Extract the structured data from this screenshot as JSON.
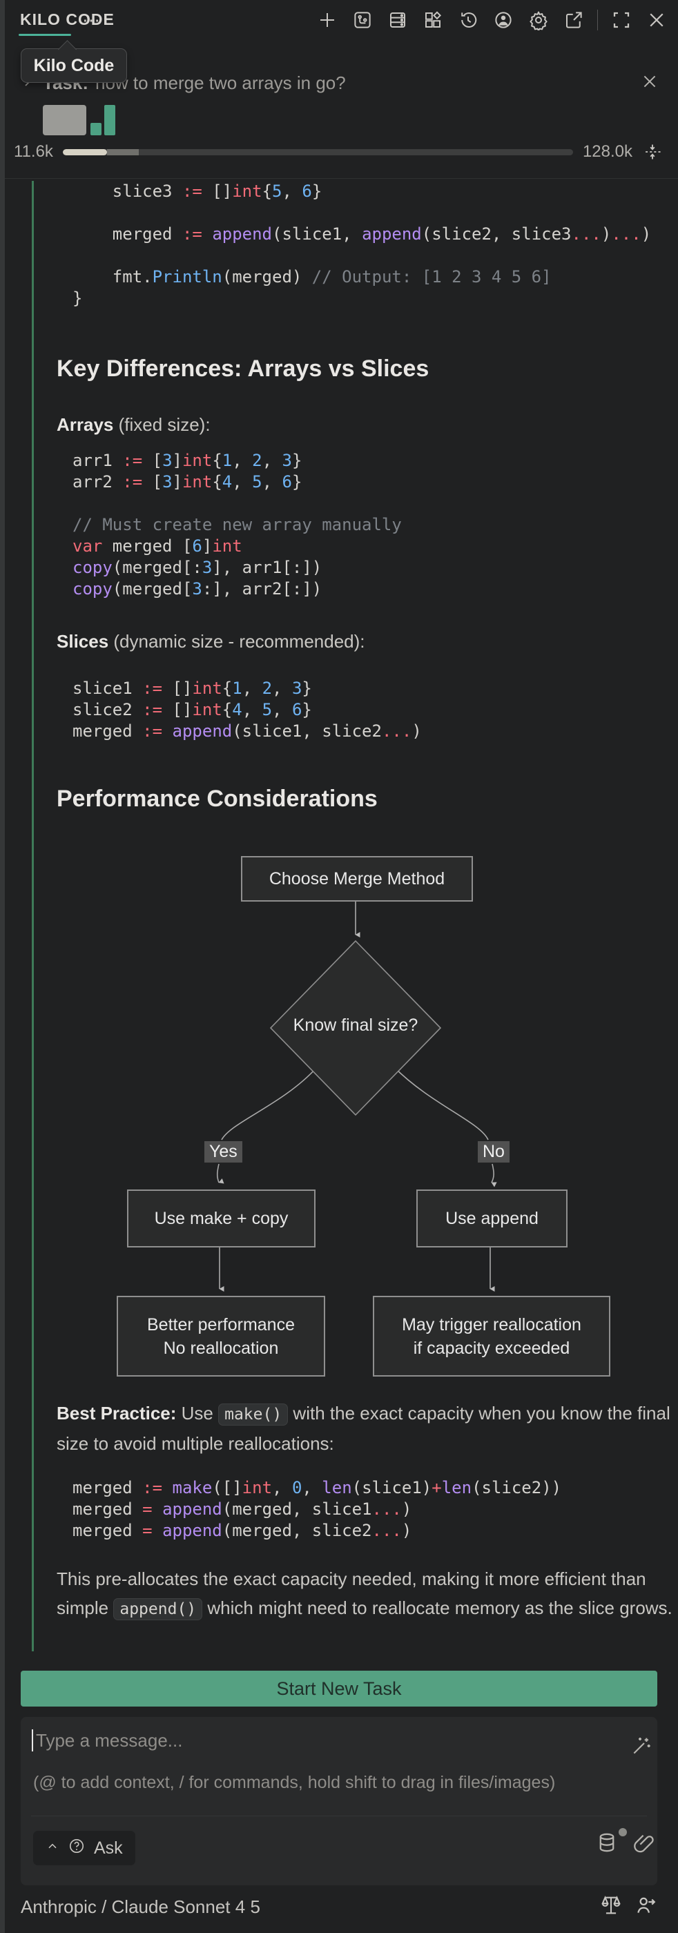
{
  "header": {
    "title": "KILO CODE",
    "more_label": "⋯",
    "icons": [
      "new-task-icon",
      "mcp-servers-icon",
      "prompts-icon",
      "marketplace-icon",
      "history-icon",
      "account-icon",
      "settings-icon",
      "open-in-editor-icon",
      "expand-icon",
      "close-icon"
    ]
  },
  "tooltip": {
    "label": "Kilo Code"
  },
  "task": {
    "label": "Task:",
    "text": "how to merge two arrays in go?",
    "tokens_used": "11.6k",
    "tokens_max": "128.0k",
    "attachment": "bar-chart-thumbnail"
  },
  "chat": {
    "heading_key_differences": "Key Differences: Arrays vs Slices",
    "arrays_bold": "Arrays",
    "arrays_rest": " (fixed size):",
    "slices_bold": "Slices",
    "slices_rest": " (dynamic size - recommended):",
    "heading_performance": "Performance Considerations",
    "best_practice_bold": "Best Practice:",
    "best_practice_pre": " Use ",
    "best_practice_code": "make()",
    "best_practice_post": " with the exact capacity when you know the final size to avoid multiple reallocations:",
    "closing_pre": "This pre-allocates the exact capacity needed, making it more efficient than simple ",
    "closing_code": "append()",
    "closing_post": " which might need to reallocate memory as the slice grows."
  },
  "code_blocks": [
    {
      "lines": [
        [
          [
            "d",
            "    slice3 "
          ],
          [
            "k",
            ":="
          ],
          [
            "d",
            " []"
          ],
          [
            "k",
            "int"
          ],
          [
            "d",
            "{"
          ],
          [
            "n",
            "5"
          ],
          [
            "d",
            ", "
          ],
          [
            "n",
            "6"
          ],
          [
            "d",
            "}"
          ]
        ],
        [],
        [
          [
            "d",
            "    merged "
          ],
          [
            "k",
            ":="
          ],
          [
            "d",
            " "
          ],
          [
            "f",
            "append"
          ],
          [
            "d",
            "(slice1, "
          ],
          [
            "f",
            "append"
          ],
          [
            "d",
            "(slice2, slice3"
          ],
          [
            "k",
            "..."
          ],
          [
            "d",
            ")"
          ],
          [
            "k",
            "..."
          ],
          [
            "d",
            ")"
          ]
        ],
        [],
        [
          [
            "d",
            "    fmt."
          ],
          [
            "b",
            "Println"
          ],
          [
            "d",
            "(merged) "
          ],
          [
            "c",
            "// Output: [1 2 3 4 5 6]"
          ]
        ],
        [
          [
            "d",
            "}"
          ]
        ]
      ]
    },
    {
      "lines": [
        [
          [
            "d",
            "arr1 "
          ],
          [
            "k",
            ":="
          ],
          [
            "d",
            " ["
          ],
          [
            "n",
            "3"
          ],
          [
            "d",
            "]"
          ],
          [
            "k",
            "int"
          ],
          [
            "d",
            "{"
          ],
          [
            "n",
            "1"
          ],
          [
            "d",
            ", "
          ],
          [
            "n",
            "2"
          ],
          [
            "d",
            ", "
          ],
          [
            "n",
            "3"
          ],
          [
            "d",
            "}"
          ]
        ],
        [
          [
            "d",
            "arr2 "
          ],
          [
            "k",
            ":="
          ],
          [
            "d",
            " ["
          ],
          [
            "n",
            "3"
          ],
          [
            "d",
            "]"
          ],
          [
            "k",
            "int"
          ],
          [
            "d",
            "{"
          ],
          [
            "n",
            "4"
          ],
          [
            "d",
            ", "
          ],
          [
            "n",
            "5"
          ],
          [
            "d",
            ", "
          ],
          [
            "n",
            "6"
          ],
          [
            "d",
            "}"
          ]
        ],
        [],
        [
          [
            "c",
            "// Must create new array manually"
          ]
        ],
        [
          [
            "k",
            "var"
          ],
          [
            "d",
            " merged ["
          ],
          [
            "n",
            "6"
          ],
          [
            "d",
            "]"
          ],
          [
            "k",
            "int"
          ]
        ],
        [
          [
            "f",
            "copy"
          ],
          [
            "d",
            "(merged[:"
          ],
          [
            "n",
            "3"
          ],
          [
            "d",
            "], arr1[:])"
          ]
        ],
        [
          [
            "f",
            "copy"
          ],
          [
            "d",
            "(merged["
          ],
          [
            "n",
            "3"
          ],
          [
            "d",
            ":], arr2[:])"
          ]
        ]
      ]
    },
    {
      "lines": [
        [
          [
            "d",
            "slice1 "
          ],
          [
            "k",
            ":="
          ],
          [
            "d",
            " []"
          ],
          [
            "k",
            "int"
          ],
          [
            "d",
            "{"
          ],
          [
            "n",
            "1"
          ],
          [
            "d",
            ", "
          ],
          [
            "n",
            "2"
          ],
          [
            "d",
            ", "
          ],
          [
            "n",
            "3"
          ],
          [
            "d",
            "}"
          ]
        ],
        [
          [
            "d",
            "slice2 "
          ],
          [
            "k",
            ":="
          ],
          [
            "d",
            " []"
          ],
          [
            "k",
            "int"
          ],
          [
            "d",
            "{"
          ],
          [
            "n",
            "4"
          ],
          [
            "d",
            ", "
          ],
          [
            "n",
            "5"
          ],
          [
            "d",
            ", "
          ],
          [
            "n",
            "6"
          ],
          [
            "d",
            "}"
          ]
        ],
        [
          [
            "d",
            "merged "
          ],
          [
            "k",
            ":="
          ],
          [
            "d",
            " "
          ],
          [
            "f",
            "append"
          ],
          [
            "d",
            "(slice1, slice2"
          ],
          [
            "k",
            "..."
          ],
          [
            "d",
            ")"
          ]
        ]
      ]
    },
    {
      "lines": [
        [
          [
            "d",
            "merged "
          ],
          [
            "k",
            ":="
          ],
          [
            "d",
            " "
          ],
          [
            "f",
            "make"
          ],
          [
            "d",
            "([]"
          ],
          [
            "k",
            "int"
          ],
          [
            "d",
            ", "
          ],
          [
            "n",
            "0"
          ],
          [
            "d",
            ", "
          ],
          [
            "f",
            "len"
          ],
          [
            "d",
            "(slice1)"
          ],
          [
            "k",
            "+"
          ],
          [
            "f",
            "len"
          ],
          [
            "d",
            "(slice2))"
          ]
        ],
        [
          [
            "d",
            "merged "
          ],
          [
            "k",
            "="
          ],
          [
            "d",
            " "
          ],
          [
            "f",
            "append"
          ],
          [
            "d",
            "(merged, slice1"
          ],
          [
            "k",
            "..."
          ],
          [
            "d",
            ")"
          ]
        ],
        [
          [
            "d",
            "merged "
          ],
          [
            "k",
            "="
          ],
          [
            "d",
            " "
          ],
          [
            "f",
            "append"
          ],
          [
            "d",
            "(merged, slice2"
          ],
          [
            "k",
            "..."
          ],
          [
            "d",
            ")"
          ]
        ]
      ]
    }
  ],
  "flowchart": {
    "type": "diagram",
    "node_top": "Choose Merge Method",
    "decision": "Know final size?",
    "edge_yes": "Yes",
    "edge_no": "No",
    "node_yes": "Use make + copy",
    "node_no": "Use append",
    "result_yes_line1": "Better performance",
    "result_yes_line2": "No reallocation",
    "result_no_line1": "May trigger reallocation",
    "result_no_line2": "if capacity exceeded"
  },
  "footer": {
    "start_button": "Start New Task",
    "placeholder": "Type a message...",
    "hint": "(@ to add context, / for commands, hold shift to drag in files/images)",
    "mode": "Ask",
    "model": "Anthropic / Claude Sonnet 4 5"
  },
  "colors": {
    "accent_teal": "#4cb39a",
    "button_green": "#55a182",
    "task_green_bar": "#4da183",
    "response_border_green": "#3e7a58",
    "code_keyword": "#f16b77",
    "code_function": "#b48df2",
    "code_number": "#6fb3f2",
    "code_comment": "#7d8288",
    "progress_fill": "#d7d3c5"
  }
}
